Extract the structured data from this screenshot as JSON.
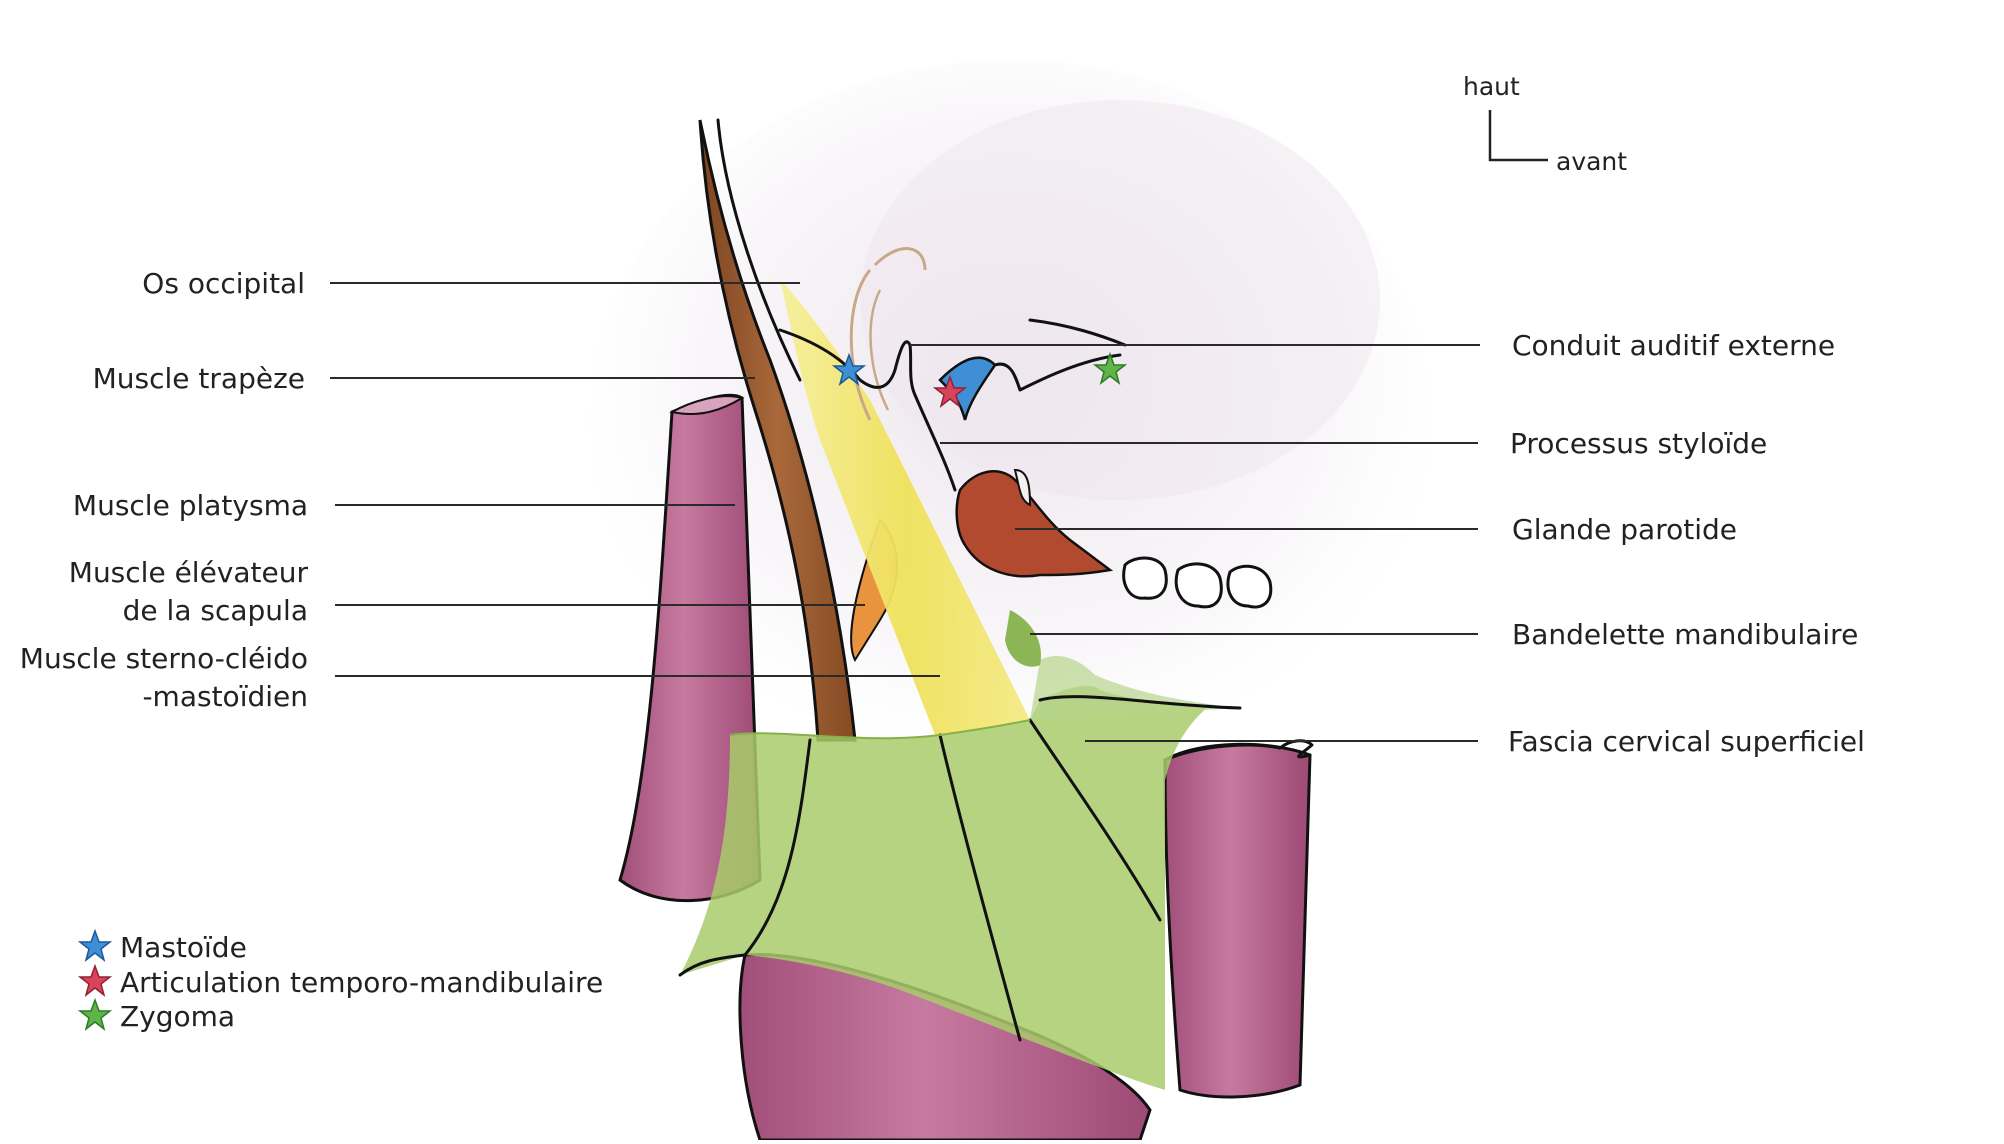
{
  "orientation": {
    "up": "haut",
    "front": "avant"
  },
  "labels_left": [
    {
      "id": "os-occipital",
      "text": "Os occipital"
    },
    {
      "id": "muscle-trapeze",
      "text": "Muscle trapèze"
    },
    {
      "id": "muscle-platysma",
      "text": "Muscle platysma"
    },
    {
      "id": "muscle-elevateur",
      "lines": [
        "Muscle élévateur",
        "de la scapula"
      ]
    },
    {
      "id": "muscle-scm",
      "lines": [
        "Muscle sterno-cléido",
        "-mastoïdien"
      ]
    }
  ],
  "labels_right": [
    {
      "id": "conduit-auditif",
      "text": "Conduit auditif externe"
    },
    {
      "id": "processus-styloide",
      "text": "Processus styloïde"
    },
    {
      "id": "glande-parotide",
      "text": "Glande parotide"
    },
    {
      "id": "bandelette",
      "text": "Bandelette mandibulaire"
    },
    {
      "id": "fascia-cervical",
      "text": "Fascia cervical superficiel"
    }
  ],
  "legend": [
    {
      "label": "Mastoïde",
      "color": "#3f8fd6",
      "icon": "blue-star-icon"
    },
    {
      "label": "Articulation temporo-mandibulaire",
      "color": "#d9445a",
      "icon": "red-star-icon"
    },
    {
      "label": "Zygoma",
      "color": "#5fb44a",
      "icon": "green-star-icon"
    }
  ],
  "colors": {
    "muscle_pink": "#b9668f",
    "trapezius_brown": "#9a5b2c",
    "scm_yellow": "#f1e56a",
    "fascia_green": "#9fc35c",
    "parotid_red": "#b24a30",
    "levator_orange": "#e9933e",
    "blue_mastoid": "#3f8fd6"
  }
}
